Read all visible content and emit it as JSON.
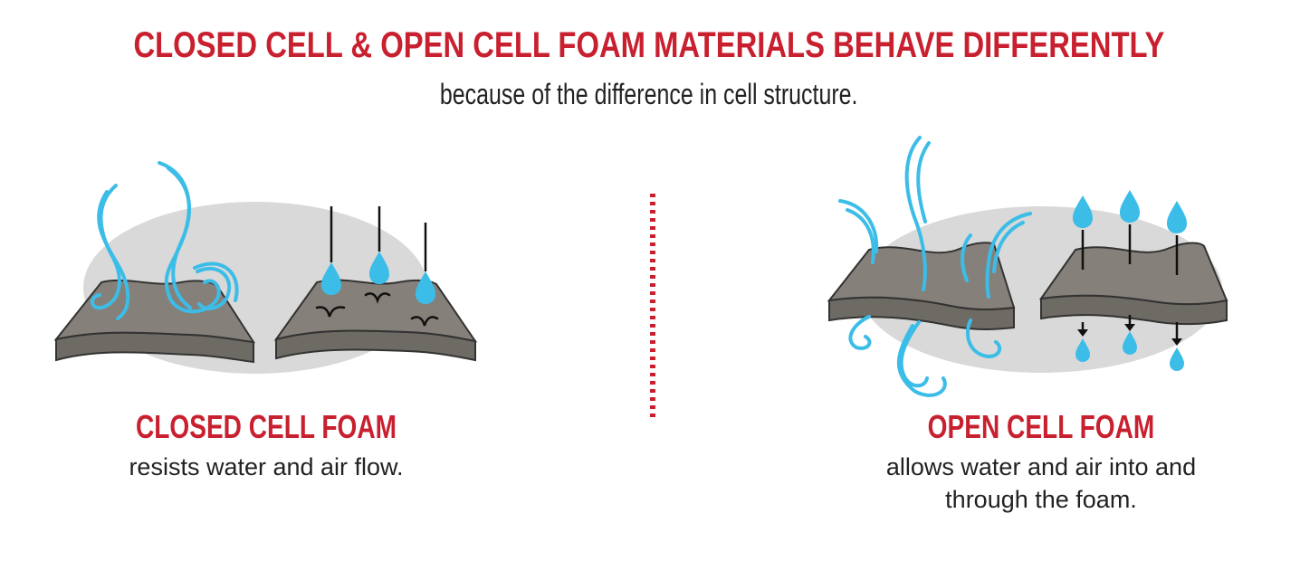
{
  "header": {
    "title": "CLOSED CELL & OPEN CELL FOAM MATERIALS BEHAVE DIFFERENTLY",
    "subtitle": "because of the difference in cell structure."
  },
  "closed_cell": {
    "title": "CLOSED CELL FOAM",
    "description": "resists water and air flow."
  },
  "open_cell": {
    "title": "OPEN CELL FOAM",
    "description_line1": "allows water and air into and",
    "description_line2": "through the foam."
  },
  "colors": {
    "accent_red": "#c8202f",
    "water_blue": "#3cbde8",
    "foam_gray": "#858079",
    "backdrop_gray": "#d9d9d9"
  }
}
